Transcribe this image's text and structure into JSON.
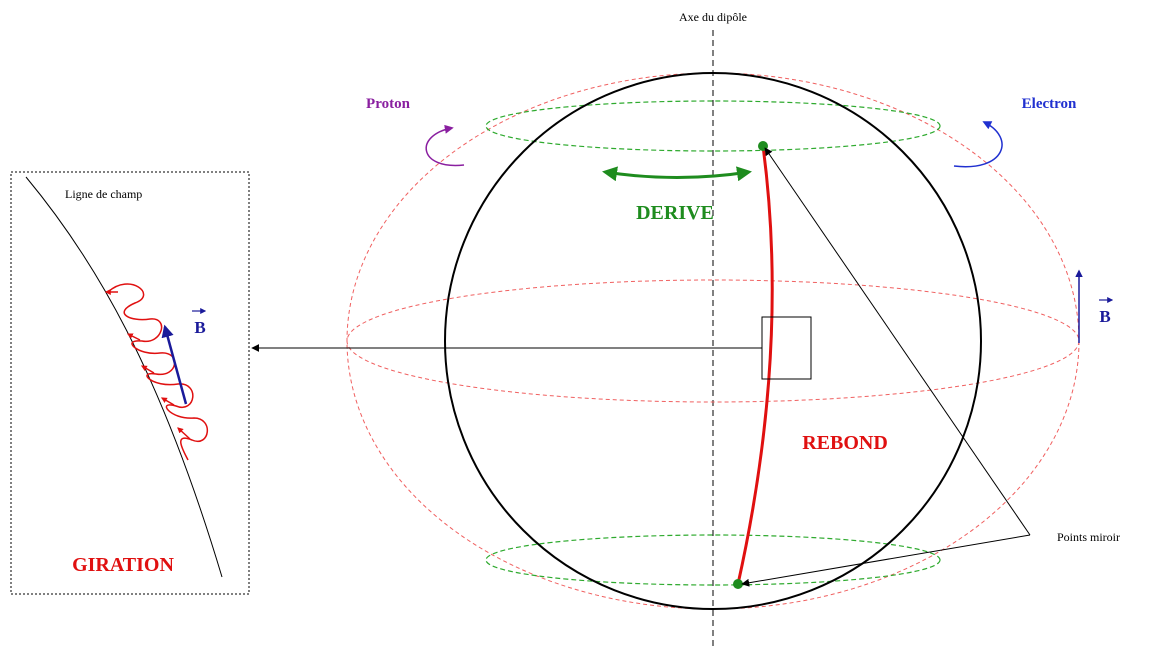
{
  "labels": {
    "axis": "Axe du dipôle",
    "proton": "Proton",
    "electron": "Electron",
    "field_line": "Ligne de champ",
    "drift": "DERIVE",
    "bounce": "REBOND",
    "gyration": "GIRATION",
    "mirror_points": "Points miroir",
    "b_vector_right": "B",
    "b_vector_inset": "B"
  },
  "colors": {
    "earth_outline": "#000000",
    "drift": "#1e8c1e",
    "bounce": "#e01010",
    "shell_dashed": "#f06060",
    "mirror_ring": "#2eaa2e",
    "proton": "#8a1fa0",
    "electron": "#2030d0",
    "b_vector": "#1a1a9a"
  }
}
